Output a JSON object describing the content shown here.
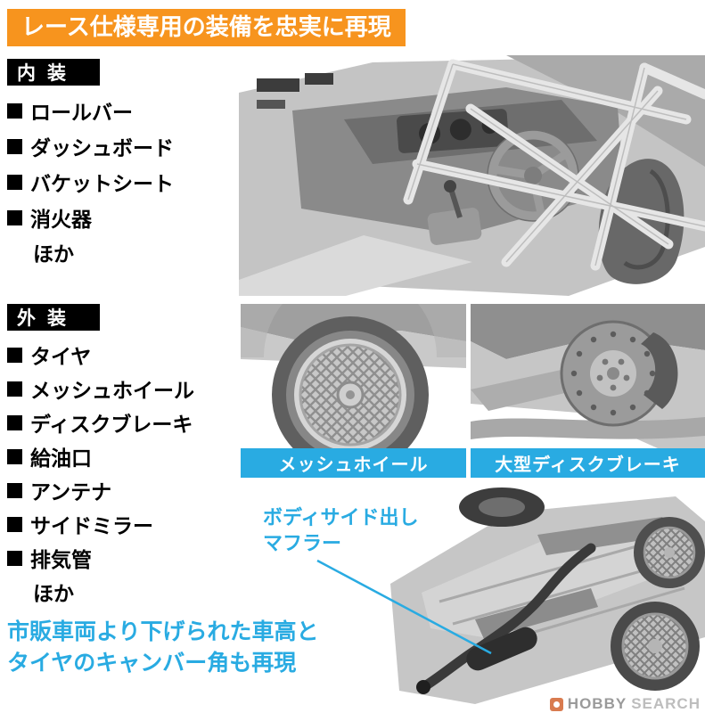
{
  "colors": {
    "accent_orange": "#f7941e",
    "accent_cyan": "#29abe2",
    "header_bg": "#000000"
  },
  "banner": {
    "title": "レース仕様専用の装備を忠実に再現"
  },
  "interior": {
    "header": "内装",
    "items": [
      "ロールバー",
      "ダッシュボード",
      "バケットシート",
      "消火器"
    ],
    "more_label": "ほか"
  },
  "exterior": {
    "header": "外装",
    "items": [
      "タイヤ",
      "メッシュホイール",
      "ディスクブレーキ",
      "給油口",
      "アンテナ",
      "サイドミラー",
      "排気管"
    ],
    "more_label": "ほか"
  },
  "figures": {
    "wheel": {
      "caption": "メッシュホイール"
    },
    "brake": {
      "caption": "大型ディスクブレーキ"
    },
    "chassis": {
      "callout_line1": "ボディサイド出し",
      "callout_line2": "マフラー"
    }
  },
  "notes": {
    "bottom_line1": "市販車両より下げられた車高と",
    "bottom_line2": "タイヤのキャンバー角も再現"
  },
  "watermark": {
    "brand_primary": "HOBBY",
    "brand_secondary": "SEARCH"
  }
}
